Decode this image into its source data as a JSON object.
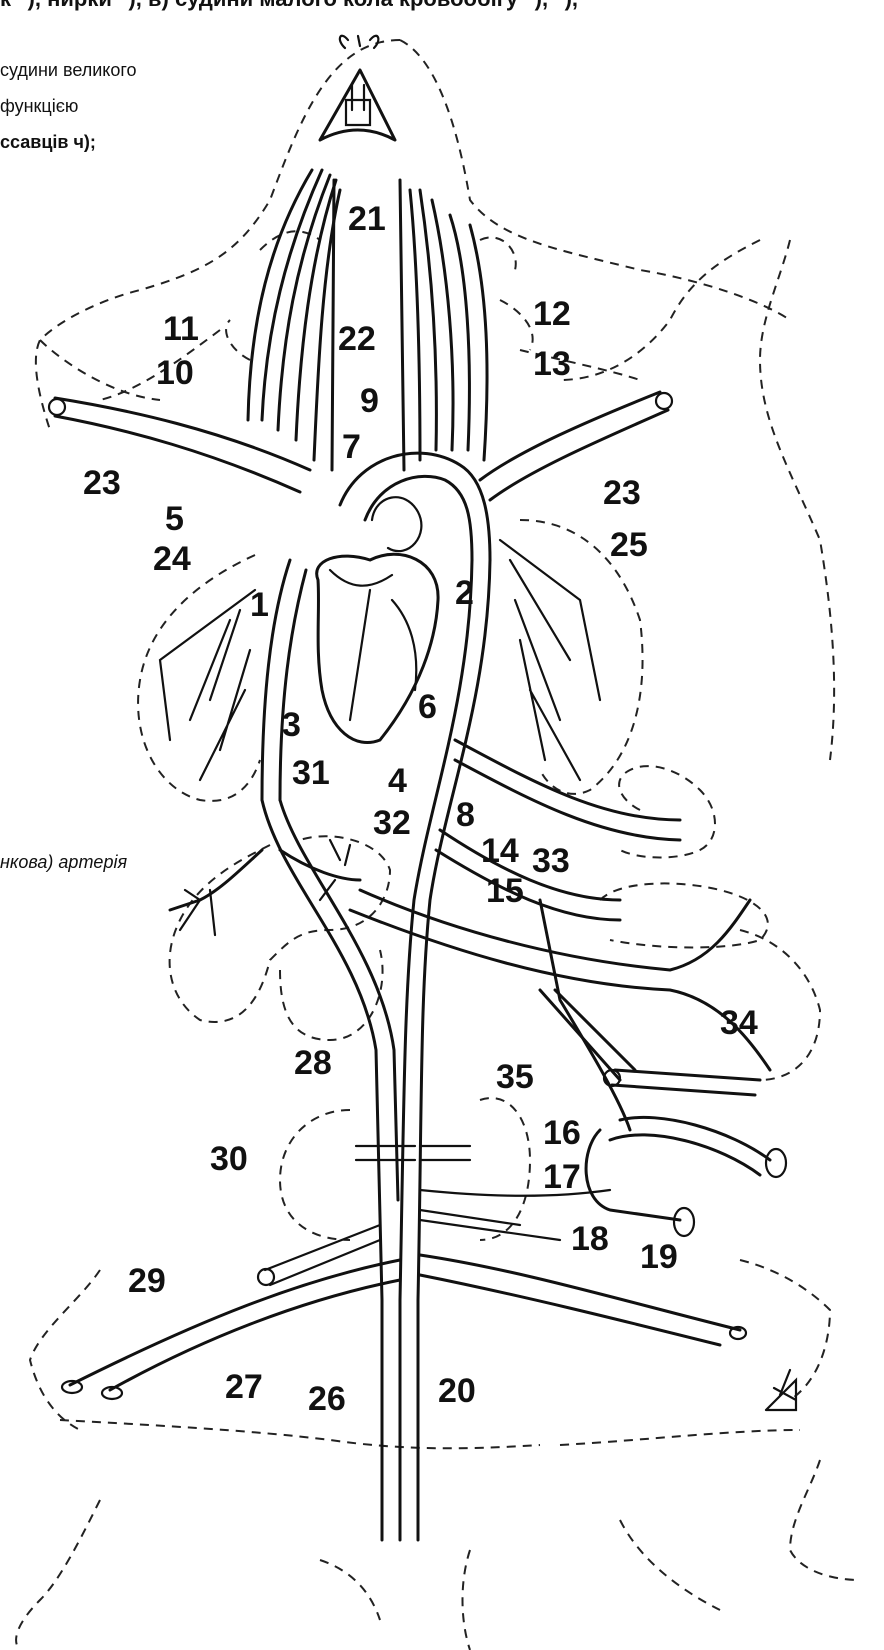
{
  "header": {
    "top_line": "к \"), нирки \"), в) судини малого кола кровообігу \"), \"),",
    "desc_line_1": "судини великого",
    "desc_line_2": "функцією",
    "desc_line_3": "ссавців ч);",
    "italic_note": "нкова) артерія"
  },
  "labels": [
    "1",
    "2",
    "3",
    "4",
    "5",
    "6",
    "7",
    "8",
    "9",
    "10",
    "11",
    "12",
    "13",
    "14",
    "15",
    "16",
    "17",
    "18",
    "19",
    "20",
    "21",
    "22",
    "23",
    "23",
    "24",
    "25",
    "26",
    "27",
    "28",
    "29",
    "30",
    "31",
    "32",
    "33",
    "34",
    "35"
  ],
  "signature_icon": "signature-mark-icon"
}
